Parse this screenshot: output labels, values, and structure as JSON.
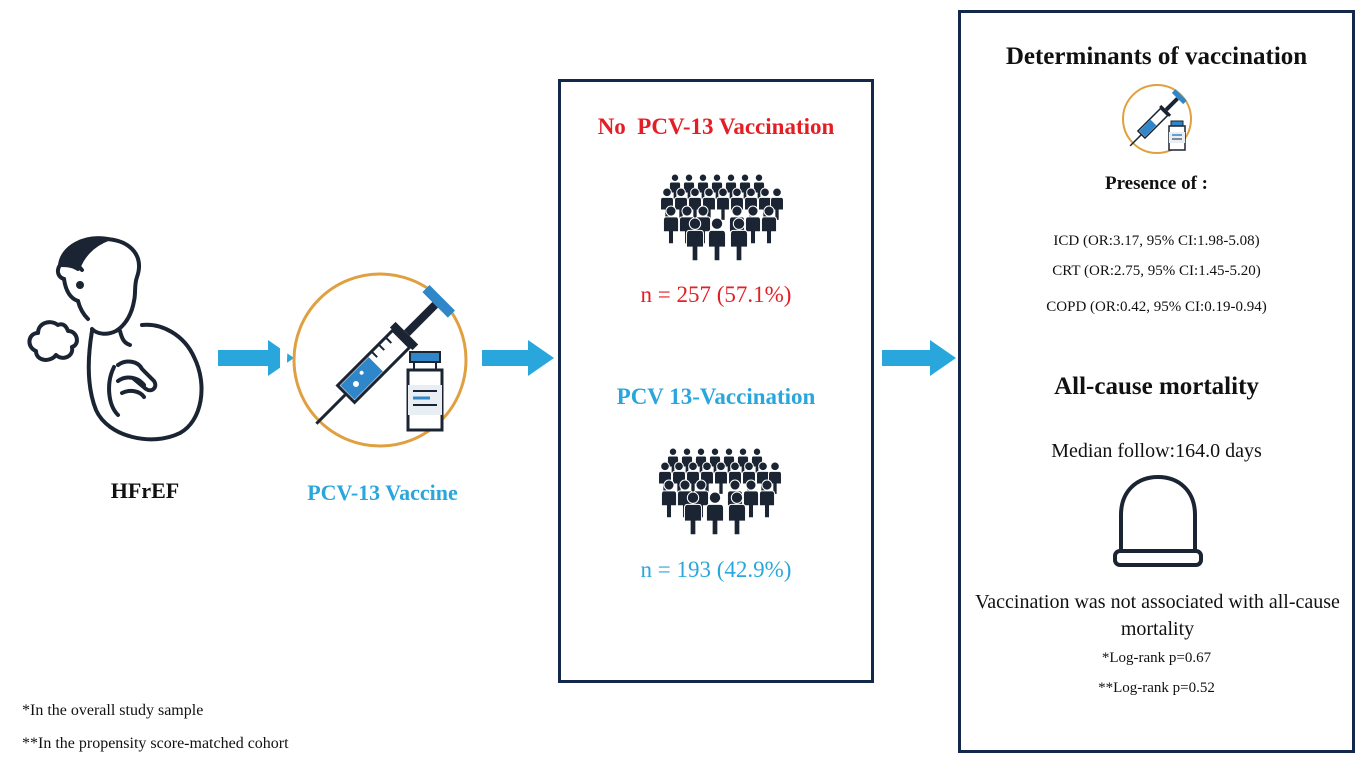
{
  "left": {
    "condition_label": "HFrEF",
    "vaccine_label": "PCV-13 Vaccine"
  },
  "groups": {
    "no_vaccination": {
      "title": "No  PCV-13 Vaccination",
      "n": "n = 257 (57.1%)",
      "color": "#e31e24"
    },
    "vaccination": {
      "title": "PCV 13-Vaccination",
      "n": "n = 193 (42.9%)",
      "color": "#29a7dd"
    }
  },
  "results": {
    "determinants_title": "Determinants of vaccination",
    "presence_label": "Presence of :",
    "determinants": [
      "ICD (OR:3.17, 95% CI:1.98-5.08)",
      "CRT (OR:2.75, 95% CI:1.45-5.20)",
      "COPD (OR:0.42, 95% CI:0.19-0.94)"
    ],
    "mortality_title": "All-cause mortality",
    "median_follow": "Median follow:164.0 days",
    "conclusion": "Vaccination was not associated with all-cause mortality",
    "logrank_overall": "*Log-rank p=0.67",
    "logrank_matched": "**Log-rank p=0.52"
  },
  "footnotes": [
    "*In the overall study sample",
    "**In the propensity score-matched cohort"
  ],
  "colors": {
    "box_border": "#14284b",
    "arrow": "#29a7dd",
    "accent_orange": "#e0a040",
    "red": "#e31e24",
    "blue": "#29a7dd"
  }
}
